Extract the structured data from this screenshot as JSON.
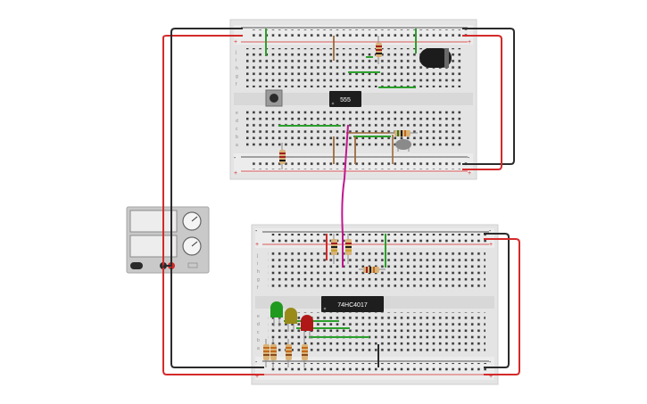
{
  "top_board": {
    "rail_plus": "+",
    "rail_minus": "-",
    "row_letters_top": [
      "j",
      "i",
      "h",
      "g",
      "f"
    ],
    "row_letters_bottom": [
      "e",
      "d",
      "c",
      "b",
      "a"
    ],
    "chip_label": "555"
  },
  "bottom_board": {
    "rail_plus": "+",
    "rail_minus": "-",
    "row_letters_top": [
      "j",
      "i",
      "h",
      "g",
      "f"
    ],
    "row_letters_bottom": [
      "e",
      "d",
      "c",
      "b",
      "a"
    ],
    "chip_label": "74HC4017"
  },
  "colors": {
    "wire_red": "#d42a2a",
    "wire_black": "#2b2b2b",
    "wire_green": "#2ca02c",
    "wire_magenta": "#c0188f",
    "wire_brown": "#9c6a3a",
    "board": "#e4e4e4",
    "led_green": "#1f9a1f",
    "led_yellow": "#9a8a1a",
    "led_red": "#b01818"
  },
  "components": {
    "top": [
      "555-timer",
      "pushbutton",
      "electrolytic-capacitor",
      "ceramic-capacitor",
      "resistor",
      "resistor",
      "resistor"
    ],
    "bottom": [
      "74hc4017-counter",
      "led-green",
      "led-yellow",
      "led-red",
      "resistor",
      "resistor",
      "resistor"
    ]
  }
}
